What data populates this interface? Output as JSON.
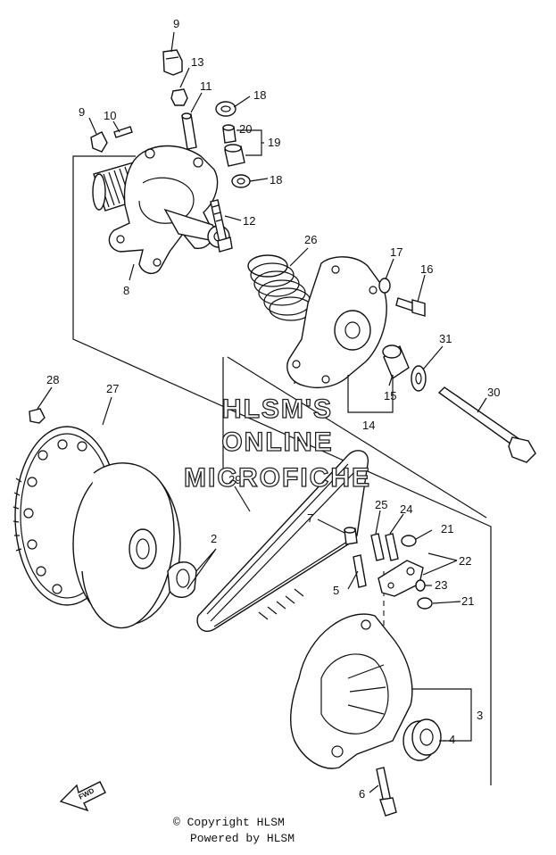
{
  "watermark": {
    "line1": "HLSM'S",
    "line2": "ONLINE",
    "line3": "MICROFICHE"
  },
  "footer": {
    "copyright": "© Copyright HLSM",
    "powered": "Powered by HLSM"
  },
  "fwd_arrow_label": "FWD",
  "callouts": {
    "c9a": "9",
    "c13": "13",
    "c11": "11",
    "c18a": "18",
    "c9b": "9",
    "c10": "10",
    "c20": "20",
    "c19": "19",
    "c18b": "18",
    "c12": "12",
    "c8": "8",
    "c26": "26",
    "c17": "17",
    "c16": "16",
    "c31": "31",
    "c15": "15",
    "c14": "14",
    "c30": "30",
    "c28": "28",
    "c27": "27",
    "c29": "29",
    "c7": "7",
    "c25": "25",
    "c24": "24",
    "c21a": "21",
    "c22": "22",
    "c2": "2",
    "c5": "5",
    "c23": "23",
    "c21b": "21",
    "c3": "3",
    "c4": "4",
    "c6": "6"
  }
}
